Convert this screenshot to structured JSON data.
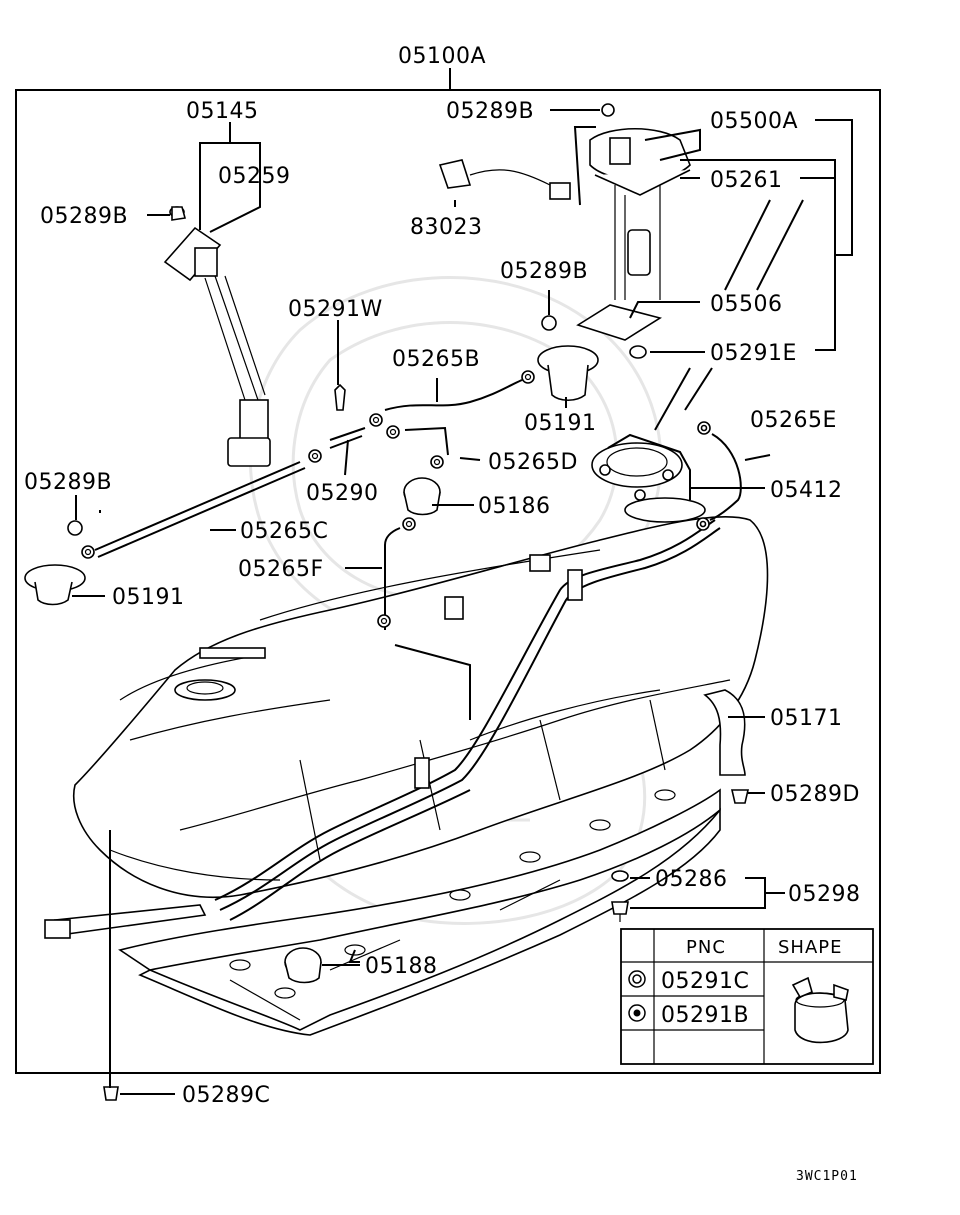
{
  "diagram": {
    "labels": {
      "assembly": "05100A",
      "p05145": "05145",
      "p05259": "05259",
      "p05289B_a": "05289B",
      "p05289B_top": "05289B",
      "p83023": "83023",
      "p05500A": "05500A",
      "p05261": "05261",
      "p05289B_b": "05289B",
      "p05506": "05506",
      "p05291W": "05291W",
      "p05265B": "05265B",
      "p05291E": "05291E",
      "p05191_a": "05191",
      "p05265E": "05265E",
      "p05265D": "05265D",
      "p05289B_c": "05289B",
      "p05290": "05290",
      "p05186": "05186",
      "p05412": "05412",
      "p05265C": "05265C",
      "p05265F": "05265F",
      "p05191_b": "05191",
      "p05171": "05171",
      "p05289D": "05289D",
      "p05286": "05286",
      "p05298": "05298",
      "p05188": "05188",
      "p05289C": "05289C"
    },
    "legend": {
      "header_pnc": "PNC",
      "header_shape": "SHAPE",
      "row1_pnc": "05291C",
      "row2_pnc": "05291B"
    },
    "footer_code": "3WC1P01"
  }
}
